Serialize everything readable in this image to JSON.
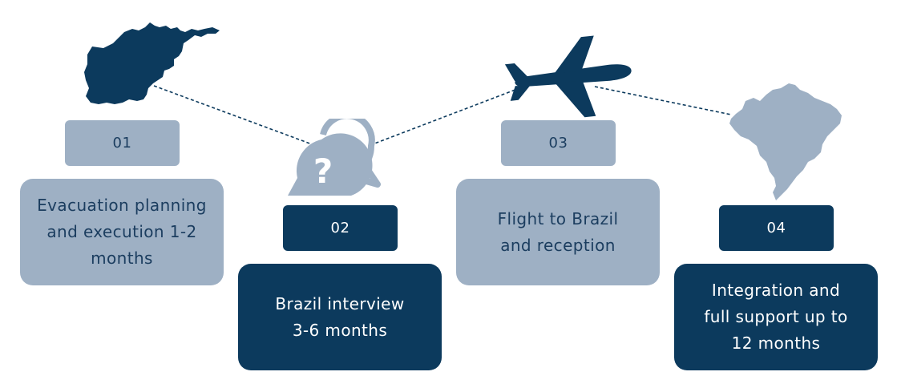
{
  "colors": {
    "navy": "#0c3a5d",
    "slate": "#9eb0c4",
    "light_text": "#1b3d5f",
    "dark_text": "#ffffff"
  },
  "steps": [
    {
      "number": "01",
      "text": "Evacuation planning\nand execution 1-2\nmonths",
      "icon": "afghanistan-map-icon"
    },
    {
      "number": "02",
      "text": "Brazil interview\n3-6 months",
      "icon": "question-speech-bubbles-icon"
    },
    {
      "number": "03",
      "text": "Flight to Brazil\nand reception",
      "icon": "airplane-icon"
    },
    {
      "number": "04",
      "text": "Integration and\nfull support up to\n12 months",
      "icon": "brazil-map-icon"
    }
  ]
}
